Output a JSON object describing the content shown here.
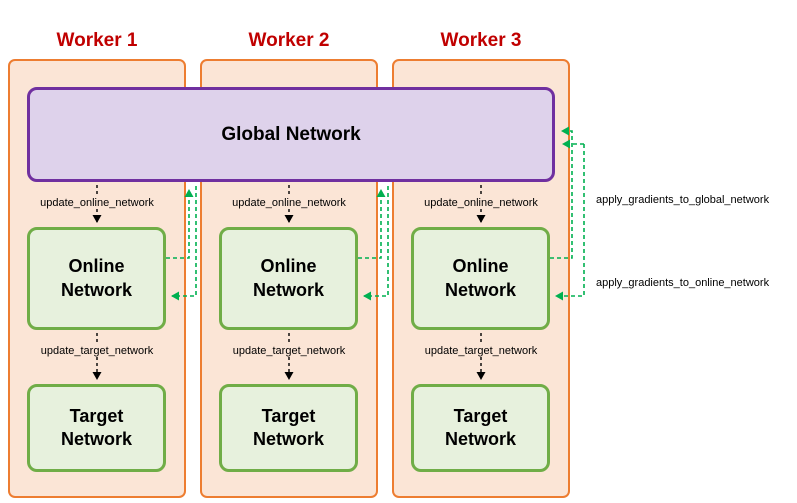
{
  "diagram": {
    "workers": [
      {
        "title": "Worker 1"
      },
      {
        "title": "Worker 2"
      },
      {
        "title": "Worker 3"
      }
    ],
    "global_network_label": "Global Network",
    "online_network_label": "Online Network",
    "target_network_label": "Target Network",
    "edge_labels": {
      "update_online_network": "update_online_network",
      "update_target_network": "update_target_network",
      "apply_gradients_to_global_network": "apply_gradients_to_global_network",
      "apply_gradients_to_online_network": "apply_gradients_to_online_network"
    },
    "colors": {
      "worker_border": "#ED7D31",
      "worker_fill": "#FBE5D6",
      "global_border": "#7030A0",
      "global_fill": "#DED2EB",
      "network_border": "#70AD47",
      "network_fill": "#E7F1DD",
      "arrow_green": "#00B050",
      "arrow_black": "#000000",
      "worker_title_color": "#C00000"
    }
  }
}
